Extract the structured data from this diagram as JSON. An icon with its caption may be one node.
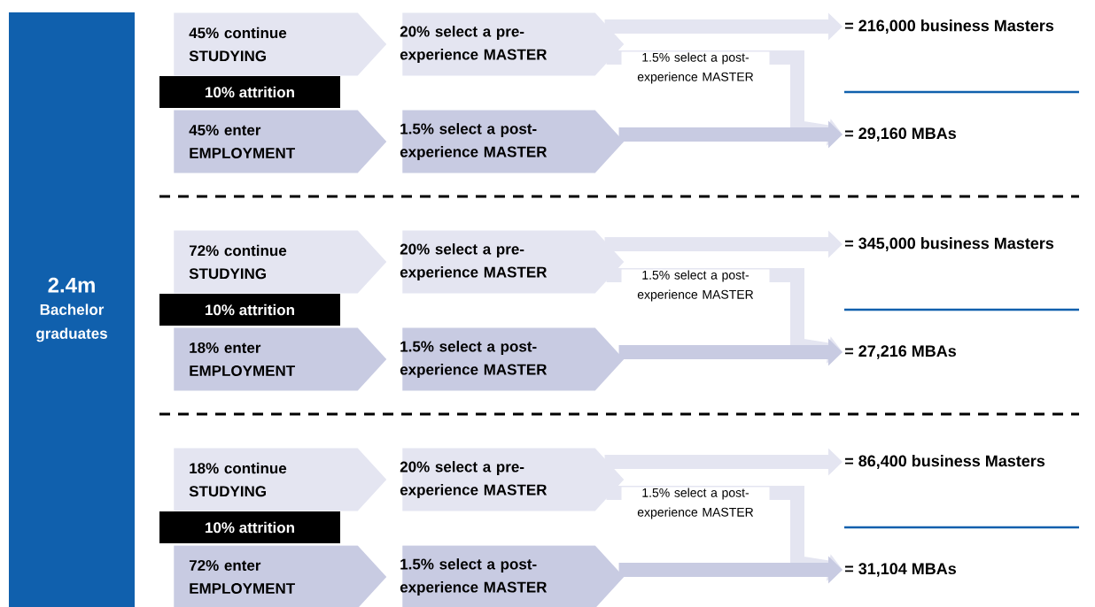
{
  "diagram": {
    "nodes": [
      {
        "text": [
          "2.4m",
          "Bachelor graduates"
        ]
      },
      {
        "text": [
          "45% continue STUDYING"
        ]
      },
      {
        "text": [
          "10% attrition"
        ]
      },
      {
        "text": [
          "45% enter EMPLOYMENT"
        ]
      },
      {
        "text": [
          "20% select a pre-experience MASTER"
        ]
      },
      {
        "text": [
          "1.5% select a post-experience MASTER"
        ]
      },
      {
        "text": [
          "**= 216,000** business Masters"
        ]
      },
      {
        "text": [
          "**= 29,160** MBAs"
        ]
      },
      {
        "text": [
          "72% continue STUDYING"
        ]
      },
      {
        "text": [
          "10% attrition"
        ]
      },
      {
        "text": [
          "18% enter EMPLOYMENT"
        ]
      },
      {
        "text": [
          "20% select a pre-experience MASTER"
        ]
      },
      {
        "text": [
          "1.5% select a post-experience MASTER"
        ]
      },
      {
        "text": [
          "**= 345,000** business Masters"
        ]
      },
      {
        "text": [
          "**= 27,216** MBAs"
        ]
      },
      {
        "text": [
          "18% continue STUDYING"
        ]
      },
      {
        "text": [
          "10% attrition"
        ]
      },
      {
        "text": [
          "72% enter EMPLOYMENT"
        ]
      },
      {
        "text": [
          "20% select a pre-experience MASTER"
        ]
      },
      {
        "text": [
          "1.5% select a post-experience MASTER"
        ]
      },
      {
        "text": [
          "**= 86,400** business Masters"
        ]
      },
      {
        "text": [
          "**= 31,104** MBAs"
        ]
      }
    ],
    "edges": [
      {
        "from": 4,
        "to": 6,
        "arrow": "to"
      },
      {
        "from": 4,
        "to": 7,
        "arrow": "to",
        "label": "1.5% select a post-experience MASTER"
      },
      {
        "from": 5,
        "to": 7,
        "arrow": "to",
        "color": "#c8cbe2"
      },
      {
        "from": 11,
        "to": 13,
        "arrow": "to"
      },
      {
        "from": 11,
        "to": 14,
        "arrow": "to",
        "label": "1.5% select a post-experience MASTER"
      },
      {
        "from": 12,
        "to": 14,
        "arrow": "to",
        "color": "#c8cbe2"
      },
      {
        "from": 18,
        "to": 20,
        "arrow": "to"
      },
      {
        "from": 18,
        "to": 21,
        "arrow": "to",
        "label": "1.5% select a post-experience MASTER"
      },
      {
        "from": 19,
        "to": 21,
        "arrow": "to",
        "color": "#c8cbe2"
      }
    ]
  }
}
